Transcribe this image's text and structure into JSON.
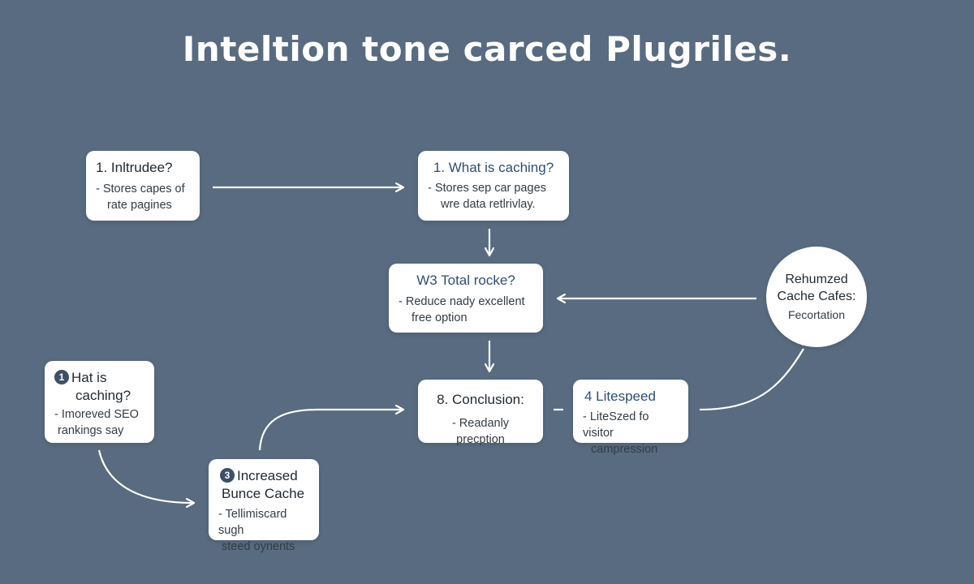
{
  "title": "Inteltion tone carced Plugriles.",
  "nodes": {
    "intro": {
      "heading": "1. Inltrudee?",
      "lines": [
        "- Stores capes of",
        "rate pagines"
      ]
    },
    "what_is_caching": {
      "heading": "1. What is caching?",
      "lines": [
        "- Stores sep car pages",
        "wre data retlrivlay."
      ]
    },
    "w3_total": {
      "heading": "W3 Total rocke?",
      "lines": [
        "- Reduce nady excellent",
        "free option"
      ]
    },
    "circle": {
      "heading_lines": [
        "Rehumzed",
        "Cache Cafes:"
      ],
      "line": "Fecortation"
    },
    "hat_is_caching": {
      "badge": "1",
      "heading_lines": [
        "Hat is",
        "caching?"
      ],
      "lines": [
        "- Imoreved SEO",
        "rankings say"
      ]
    },
    "conclusion": {
      "heading": "8. Conclusion:",
      "lines": [
        "- Readanly precption"
      ]
    },
    "litespeed": {
      "heading": "4 Litespeed",
      "lines": [
        "- LiteSzed fo visitor",
        "campression"
      ]
    },
    "increased": {
      "badge": "3",
      "heading_lines": [
        "Increased",
        "Bunce Cache"
      ],
      "lines": [
        "- Tellimiscard sugh",
        "steed oynents"
      ]
    }
  }
}
